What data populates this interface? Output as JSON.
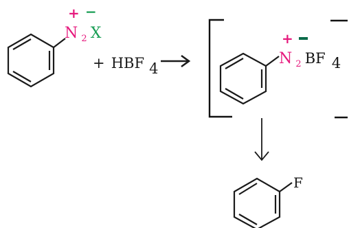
{
  "colors": {
    "bond": "#1a1a1a",
    "diazonium": "#e6197d",
    "halide": "#1a9e55",
    "counterion": "#111111",
    "bracket_dash": "#0b6b4a"
  },
  "reactant": {
    "charge_plus": "+",
    "charge_minus": "−",
    "n_symbol": "N",
    "n_count": "2",
    "anion": "X"
  },
  "reagent": {
    "plus": "+",
    "formula": "HBF",
    "subscript": "4"
  },
  "intermediate": {
    "charge_plus": "+",
    "n_symbol": "N",
    "n_count": "2",
    "counterion": "BF",
    "counterion_subscript": "4"
  },
  "product": {
    "substituent": "F"
  }
}
